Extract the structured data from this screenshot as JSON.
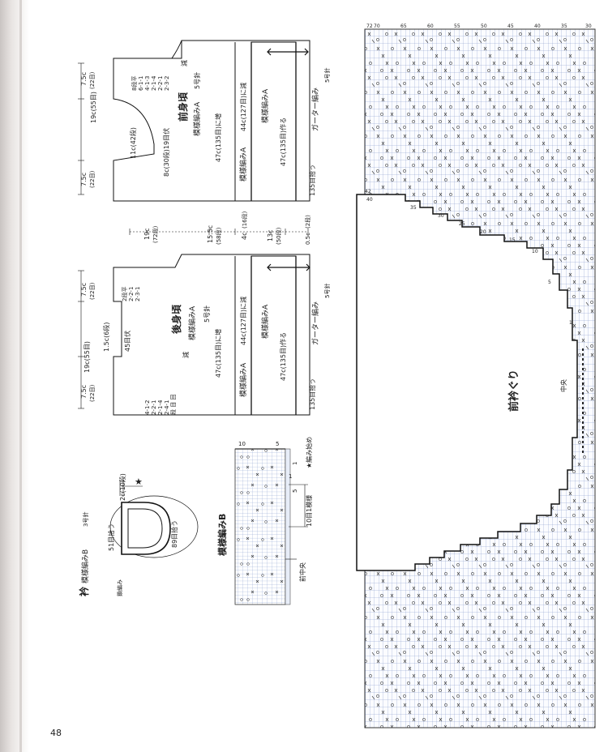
{
  "page_number": "48",
  "front_body": {
    "title": "前身頃",
    "pattern": "模様編みA",
    "needle": "5号針",
    "width_label": "47c(135目)に増",
    "cast_label": "135目拾う",
    "make_label": "47c(135目)作る",
    "decrease_label": "44c(127目)に減",
    "garter": "ガーター編み",
    "garter_needle": "5号針",
    "neck_depth": "11c(42段)",
    "armhole": "19c(55目)",
    "armhole_rows": "8c(30段)19目伏",
    "shoulder_left": "7.5c",
    "shoulder_left_sts": "(22目)",
    "shoulder_right": "7.5c",
    "shoulder_right_sts": "(22目)",
    "neck_dec": [
      "8段平",
      "6-1-1",
      "4-1-3",
      "2-1-4",
      "2-2-1",
      "2-3-2"
    ],
    "dec_mark": "減",
    "pattern_lower": "模様編みA",
    "pattern_lower2": "模様編みA"
  },
  "back_body": {
    "title": "後身頃",
    "pattern": "模様編みA",
    "needle": "5号針",
    "width_label": "47c(135目)に増",
    "cast_label": "135目拾う",
    "make_label": "47c(135目)作る",
    "decrease_label": "44c(127目)に減",
    "garter": "ガーター編み",
    "garter_needle": "5号針",
    "neck_depth": "1.5c(6段)",
    "neck_bo": "45目伏",
    "armhole": "19c(55目)",
    "shoulder_left": "7.5c",
    "shoulder_left_sts": "(22目)",
    "shoulder_right": "7.5c",
    "shoulder_right_sts": "(22目)",
    "neck_dec": [
      "2段平",
      "2-2-1",
      "2-3-1"
    ],
    "arm_dec": [
      "4-1-2",
      "2-2-1",
      "2-1-4",
      "2-4-1",
      "段 目 回"
    ],
    "dec_mark": "減",
    "pattern_lower": "模様編みA",
    "pattern_lower2": "模様編みA"
  },
  "measures": {
    "m1": "19c",
    "m1s": "(72段)",
    "m2": "15.5c",
    "m2s": "(58段)",
    "m3": "4c",
    "m3s": "(16段)",
    "m4": "13c",
    "m4s": "(50段)",
    "m5": "0.5c",
    "m5s": "(2段)"
  },
  "collar": {
    "title": "衿",
    "pattern": "模様編みB",
    "needle": "3号針",
    "height": "2c(10段)",
    "pick1": "51目拾う",
    "pick2": "89目拾う",
    "finish": "鎖編み",
    "star": "★"
  },
  "pattern_b": {
    "title": "模様編みB",
    "repeat": "10目1模様",
    "start": "★編み始め",
    "center": "前中央",
    "rows": [
      "10",
      "5",
      "1"
    ],
    "cols": [
      "5",
      "1"
    ]
  },
  "neck_chart": {
    "title": "前衿ぐり",
    "center": "中央",
    "top_cols": [
      "72",
      "70",
      "65",
      "60",
      "55",
      "50",
      "45",
      "40",
      "35",
      "30"
    ],
    "side_rows": [
      "42",
      "40",
      "35",
      "30",
      "25",
      "20",
      "15",
      "10",
      "5",
      "1"
    ]
  }
}
